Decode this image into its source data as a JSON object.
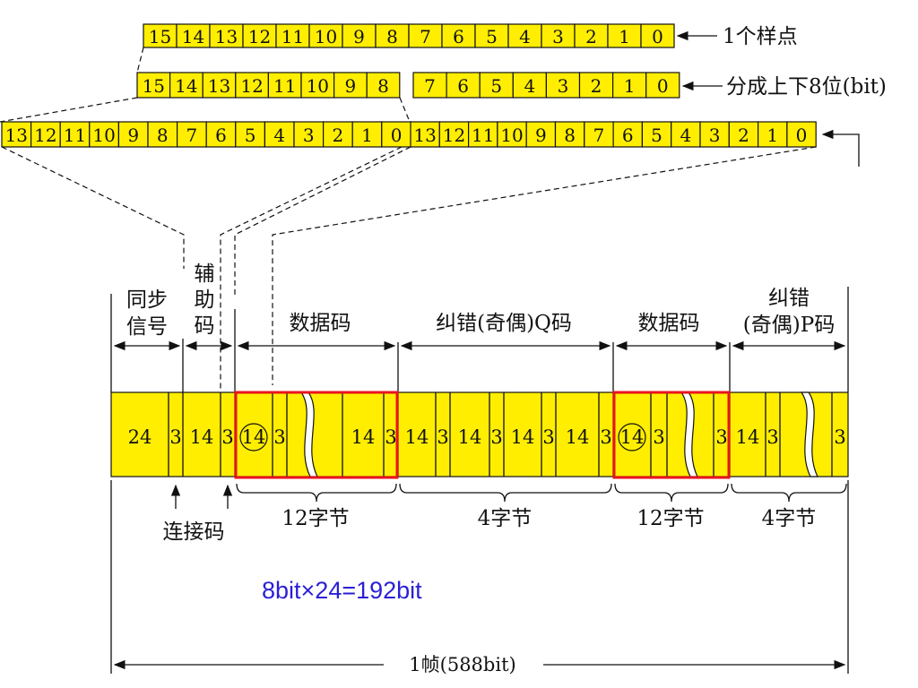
{
  "bit_rows": {
    "sample": [
      "15",
      "14",
      "13",
      "12",
      "11",
      "10",
      "9",
      "8",
      "7",
      "6",
      "5",
      "4",
      "3",
      "2",
      "1",
      "0"
    ],
    "upper_byte": [
      "15",
      "14",
      "13",
      "12",
      "11",
      "10",
      "9",
      "8"
    ],
    "lower_byte": [
      "7",
      "6",
      "5",
      "4",
      "3",
      "2",
      "1",
      "0"
    ],
    "fourteen_bit": [
      "13",
      "12",
      "11",
      "10",
      "9",
      "8",
      "7",
      "6",
      "5",
      "4",
      "3",
      "2",
      "1",
      "0"
    ]
  },
  "labels": {
    "one_sample": "1个样点",
    "split": "分成上下8位(bit)",
    "sync_1": "同步",
    "sync_2": "信号",
    "aux_1": "辅",
    "aux_2": "助",
    "aux_3": "码",
    "data_code": "数据码",
    "q_code": "纠错(奇偶)Q码",
    "data_code_2": "数据码",
    "p_code_1": "纠错",
    "p_code_2": "(奇偶)P码",
    "link_code": "连接码",
    "bytes_12": "12字节",
    "bytes_4": "4字节",
    "bytes_12_b": "12字节",
    "bytes_4_b": "4字节",
    "formula": "8bit×24=192bit",
    "frame_total": "1帧(588bit)"
  },
  "frame": {
    "sync": "24",
    "link": "3",
    "aux": "14",
    "data_a": [
      "14",
      "3",
      "14",
      "3"
    ],
    "q_code": [
      "14",
      "3",
      "14",
      "3",
      "14",
      "3",
      "14",
      "3"
    ],
    "data_b": [
      "14",
      "3",
      "3"
    ],
    "p_code": [
      "14",
      "3",
      "3"
    ]
  },
  "colors": {
    "cell": "#ffee00",
    "highlight": "#e8141c",
    "formula": "#2a1fd6"
  }
}
